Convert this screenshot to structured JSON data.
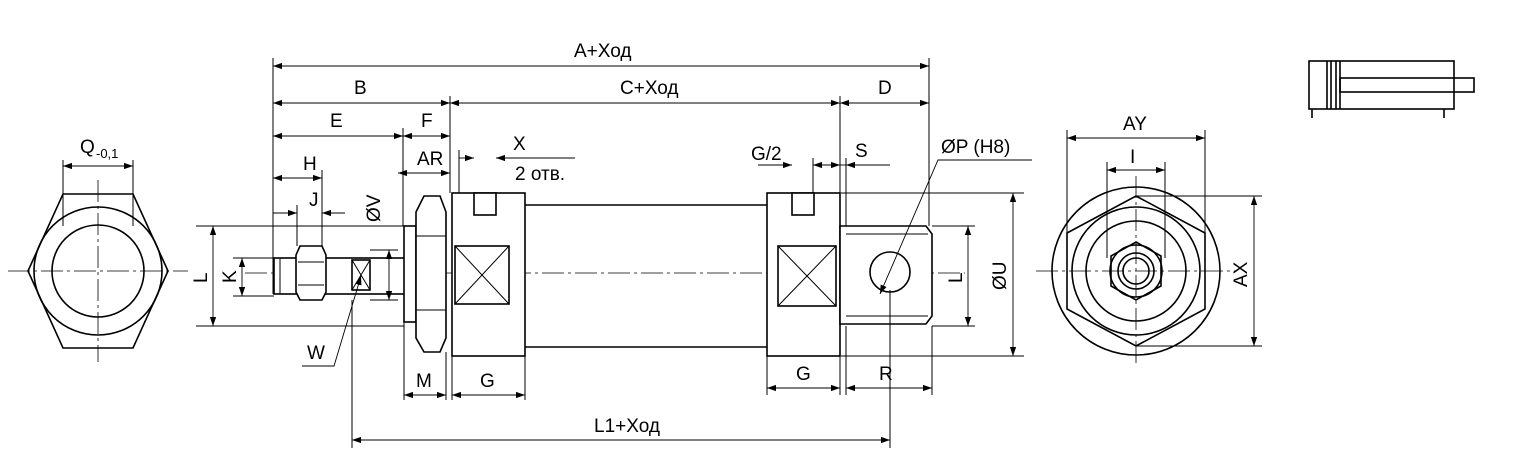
{
  "labels": {
    "a_stroke": "A+Ход",
    "b": "B",
    "c_stroke": "C+Ход",
    "d": "D",
    "e": "E",
    "f": "F",
    "x": "X",
    "holes": "2 отв.",
    "ar": "AR",
    "h": "H",
    "j": "J",
    "dia_v": "ØV",
    "g_half": "G/2",
    "s": "S",
    "dia_p": "ØP (H8)",
    "q_base": "Q",
    "q_tol": "-0,1",
    "l_left": "L",
    "k": "K",
    "l_right": "L",
    "dia_u": "ØU",
    "w": "W",
    "m": "M",
    "g_left": "G",
    "g_right": "G",
    "r": "R",
    "l1_stroke": "L1+Ход",
    "ay": "AY",
    "i": "I",
    "ax": "AX"
  }
}
